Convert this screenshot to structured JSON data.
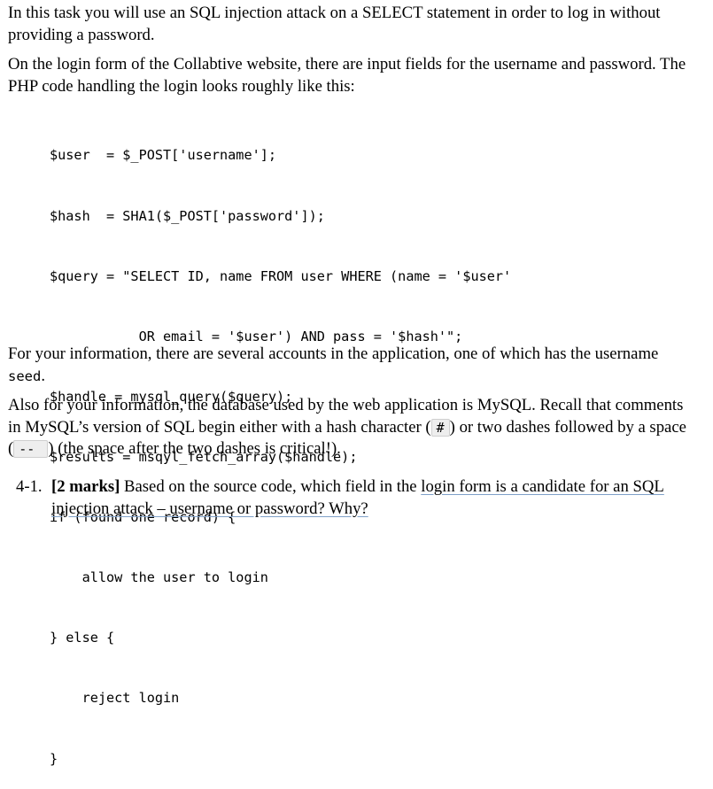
{
  "intro": {
    "p1": "In this task you will use an SQL injection attack on a SELECT statement in order to log in without providing a password.",
    "p2": "On the login form of the Collabtive website, there are input fields for the username and password. The PHP code handling the login looks roughly like this:"
  },
  "code": {
    "lines": [
      "$user  = $_POST['username'];",
      "$hash  = SHA1($_POST['password']);",
      "$query = \"SELECT ID, name FROM user WHERE (name = '$user'",
      "           OR email = '$user') AND pass = '$hash'\";",
      "$handle = mysql_query($query);",
      "$results = msqyl_fetch_array($handle);",
      "if (found one record) {",
      "    allow the user to login",
      "} else {",
      "    reject login",
      "}"
    ]
  },
  "info1": {
    "text_before": "For your information, there are several accounts in the application, one of which has the username ",
    "username": "seed",
    "text_after": "."
  },
  "info2": {
    "text_a": "Also for your information, the database used by the web application is MySQL. Recall that comments in MySQL’s version of SQL begin either with a hash character (",
    "hash_char": "#",
    "text_b": ") or two dashes followed by a space (",
    "dashes": "-- ",
    "text_c": ") (the space after the two dashes is critical!)."
  },
  "question": {
    "number": "4-1.",
    "marks": "[2 marks]",
    "text_before": " Based on the source code, which field in the ",
    "underlined": "login form is a candidate for an SQL injection attack – username or password? Why?"
  }
}
